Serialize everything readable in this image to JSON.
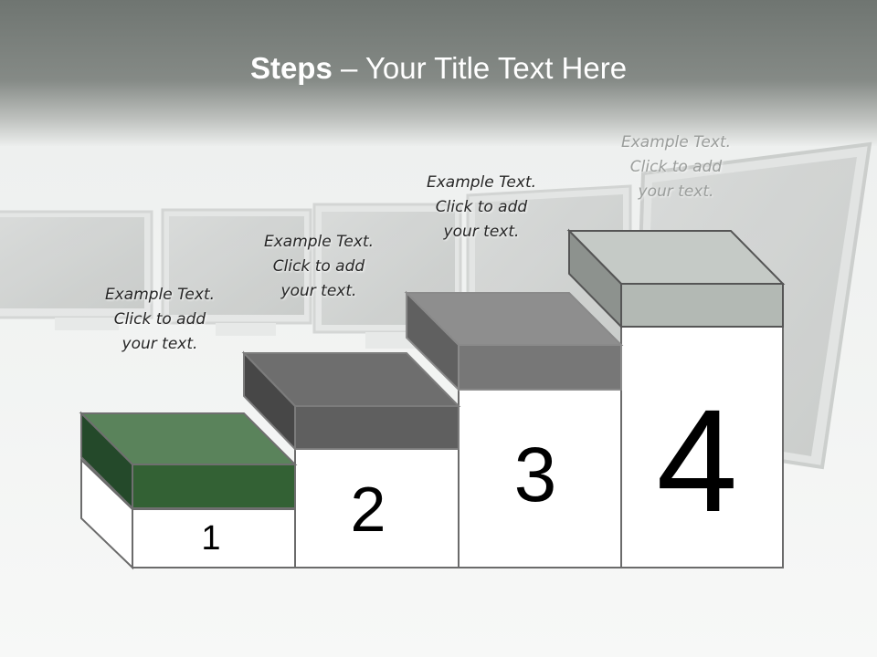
{
  "slide": {
    "title_bold": "Steps",
    "title_rest": " – Your Title Text Here"
  },
  "steps": [
    {
      "number": "1",
      "text_line1": "Example Text.",
      "text_line2": "Click  to add",
      "text_line3": "your text.",
      "color": "#2f5e31"
    },
    {
      "number": "2",
      "text_line1": "Example Text.",
      "text_line2": "Click  to add",
      "text_line3": "your text.",
      "color": "#6b6b6b"
    },
    {
      "number": "3",
      "text_line1": "Example Text.",
      "text_line2": "Click  to add",
      "text_line3": "your text.",
      "color": "#7a7a7a"
    },
    {
      "number": "4",
      "text_line1": "Example Text.",
      "text_line2": "Click  to add",
      "text_line3": "your text.",
      "color": "#b4b9b5"
    }
  ]
}
